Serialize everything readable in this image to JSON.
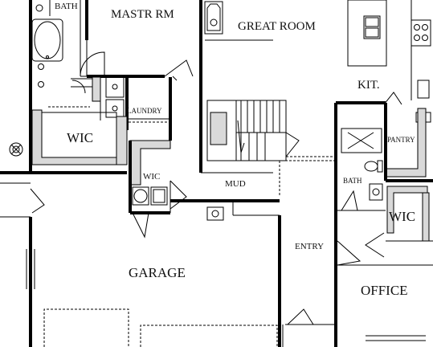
{
  "rooms": {
    "bath_master": "BATH",
    "master": "MASTR RM",
    "great_room": "GREAT ROOM",
    "kitchen": "KIT.",
    "laundry": "LAUNDRY",
    "wic_left": "WIC",
    "wic_small": "WIC",
    "pantry": "PANTRY",
    "mud": "MUD",
    "bath_right": "BATH",
    "wic_right": "WIC",
    "entry": "ENTRY",
    "garage": "GARAGE",
    "office": "OFFICE"
  },
  "colors": {
    "line": "#000000",
    "shade": "#d9d9d9",
    "background": "#ffffff"
  }
}
